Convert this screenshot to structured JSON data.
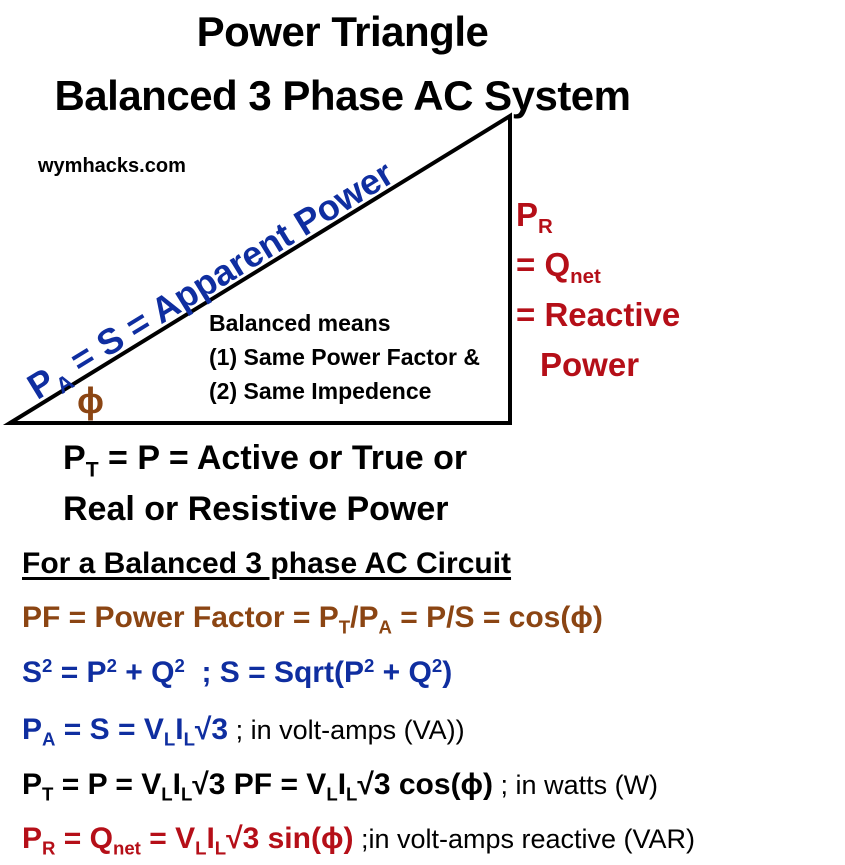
{
  "title": {
    "line1": "Power Triangle",
    "line2": "Balanced 3 Phase AC System"
  },
  "watermark": "wymhacks.com",
  "colors": {
    "apparent": "#0f2ea0",
    "reactive": "#b50f18",
    "power_factor": "#8b4513",
    "active": "#000000"
  },
  "triangle": {
    "hypotenuse": {
      "p": "P",
      "sub": "A",
      "rest": " = S = Apparent Power"
    },
    "angle_symbol": "ϕ",
    "vertical_side": {
      "line1_p": "P",
      "line1_sub": "R",
      "line2_pre": "= Q",
      "line2_sub": "net",
      "line3": "= Reactive",
      "line4": "Power"
    },
    "base": {
      "p": "P",
      "sub": "T",
      "rest": " = P = Active or True or",
      "line2": "Real or Resistive Power"
    },
    "note": {
      "line1": "Balanced means",
      "line2": "(1) Same Power Factor &",
      "line3": "(2) Same Impedence"
    }
  },
  "section": {
    "title": "For a Balanced 3 phase AC Circuit",
    "pf": {
      "a": "PF = Power Factor = P",
      "sub_t": "T",
      "b": "/P",
      "sub_a": "A",
      "c": " = P/S = cos(ϕ)"
    },
    "s2": {
      "a": "S",
      "sup": "2",
      "b": " = P",
      "c": " + Q",
      "d": "  ; S = Sqrt(P",
      "e": " + Q",
      "f": ")"
    },
    "pa": {
      "a": "P",
      "sub_a": "A",
      "b": " = S = V",
      "sub_l": "L",
      "c": "I",
      "d": "√3",
      "unit": " ; in volt-amps (VA))"
    },
    "pt": {
      "a": "P",
      "sub_t": "T",
      "b": " = P = V",
      "sub_l": "L",
      "c": "I",
      "d": "√3 PF = V",
      "e": "√3 cos(ϕ)",
      "unit": " ; in watts (W)"
    },
    "pr": {
      "a": "P",
      "sub_r": "R",
      "b": " = Q",
      "sub_net": "net",
      "c": " = V",
      "sub_l": "L",
      "d": "I",
      "e": "√3 sin(ϕ)",
      "unit": " ;in volt-amps reactive (VAR)"
    }
  }
}
